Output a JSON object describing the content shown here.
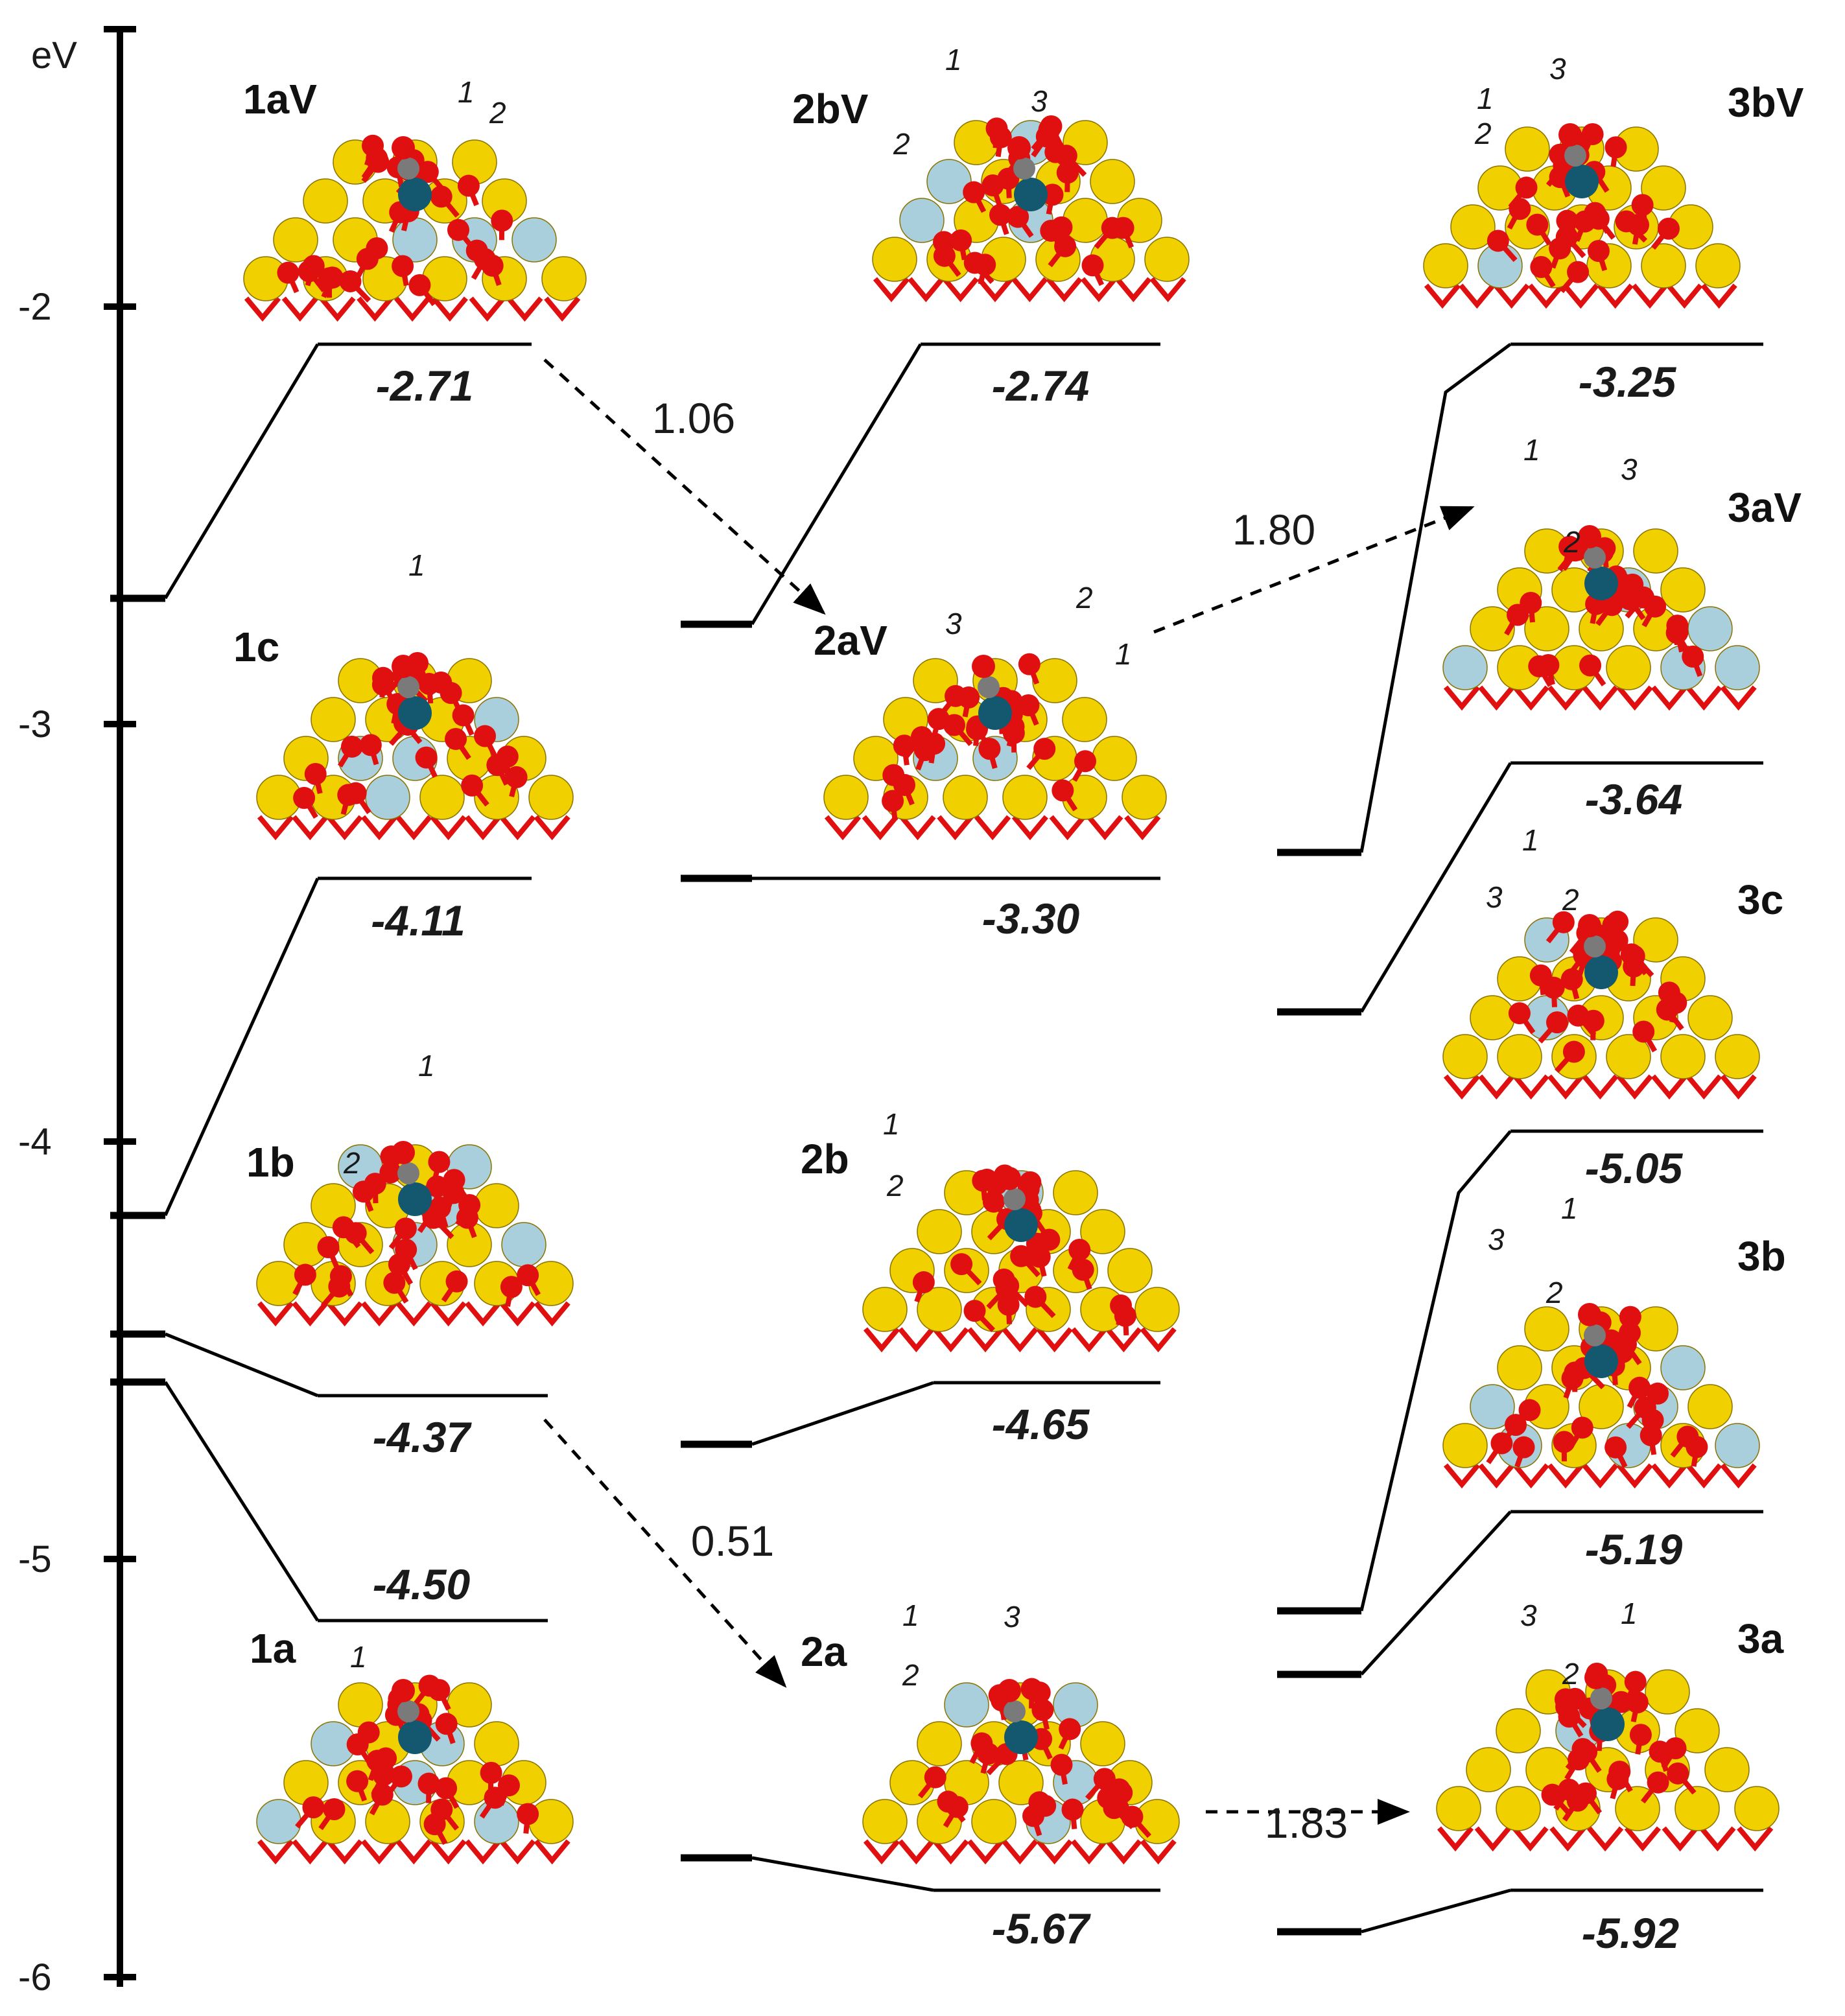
{
  "axis": {
    "unit": "eV",
    "ticks": [
      "-2",
      "-3",
      "-4",
      "-5",
      "-6"
    ]
  },
  "columns": [
    {
      "states": [
        {
          "id": "1aV",
          "energy": "-2.71",
          "atom_labels": [
            "1",
            "2"
          ]
        },
        {
          "id": "1c",
          "energy": "-4.11",
          "atom_labels": [
            "1"
          ]
        },
        {
          "id": "1b",
          "energy": "-4.37",
          "atom_labels": [
            "1",
            "2"
          ]
        },
        {
          "id": "1a",
          "energy": "-4.50",
          "atom_labels": [
            "1"
          ]
        }
      ]
    },
    {
      "states": [
        {
          "id": "2bV",
          "energy": "-2.74",
          "atom_labels": [
            "1",
            "2",
            "3"
          ]
        },
        {
          "id": "2aV",
          "energy": "-3.30",
          "atom_labels": [
            "3",
            "2",
            "1"
          ]
        },
        {
          "id": "2b",
          "energy": "-4.65",
          "atom_labels": [
            "1",
            "2"
          ]
        },
        {
          "id": "2a",
          "energy": "-5.67",
          "atom_labels": [
            "1",
            "2",
            "3"
          ]
        }
      ]
    },
    {
      "states": [
        {
          "id": "3bV",
          "energy": "-3.25",
          "atom_labels": [
            "1",
            "3",
            "2"
          ]
        },
        {
          "id": "3aV",
          "energy": "-3.64",
          "atom_labels": [
            "1",
            "3",
            "2"
          ]
        },
        {
          "id": "3c",
          "energy": "-5.05",
          "atom_labels": [
            "1",
            "3",
            "2"
          ]
        },
        {
          "id": "3b",
          "energy": "-5.19",
          "atom_labels": [
            "3",
            "1",
            "2"
          ]
        },
        {
          "id": "3a",
          "energy": "-5.92",
          "atom_labels": [
            "3",
            "1",
            "2"
          ]
        }
      ]
    }
  ],
  "barriers": [
    {
      "from": "1aV",
      "to": "2aV",
      "value": "1.06"
    },
    {
      "from": "2aV",
      "to": "3aV",
      "value": "1.80"
    },
    {
      "from": "1b",
      "to": "2a",
      "value": "0.51"
    },
    {
      "from": "2a",
      "to": "3a",
      "value": "1.83"
    }
  ],
  "colors": {
    "oxygen": "#e01010",
    "cerium": "#f1d000",
    "zirconium": "#a9cfdc",
    "metal": "#13586e",
    "carbon": "#7a7a7a",
    "line": "#000000"
  }
}
